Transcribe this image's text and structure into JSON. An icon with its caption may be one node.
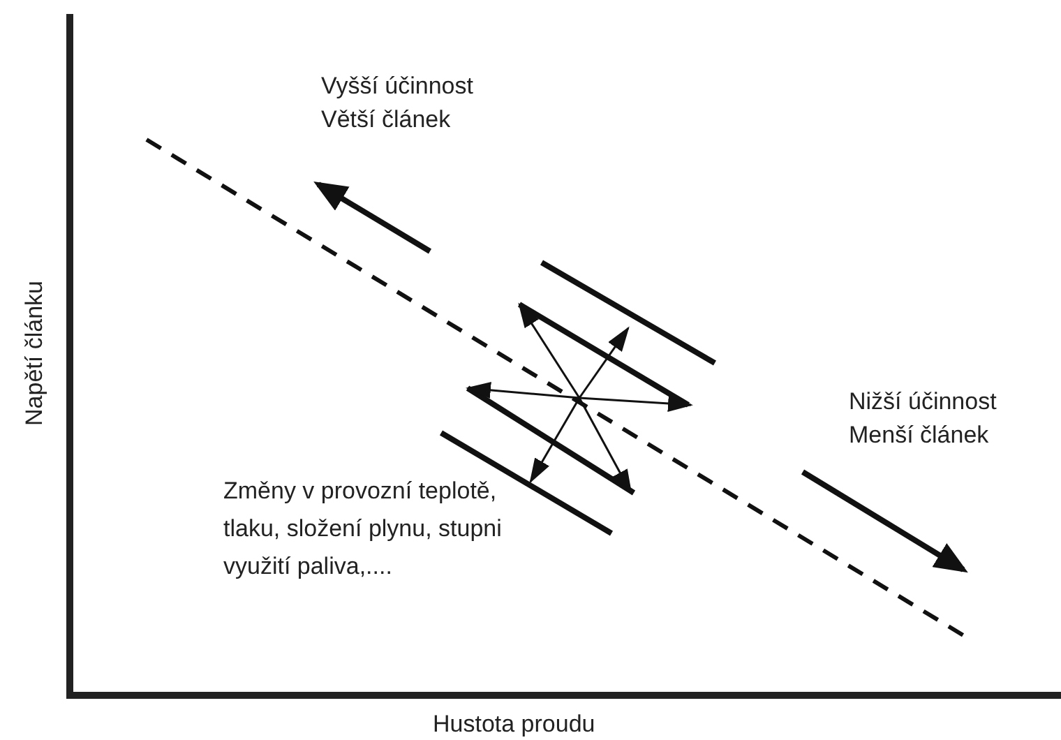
{
  "diagram": {
    "labels": [
      "Vyšší účinnost",
      "Větší článek",
      "Nižší účinnost",
      "Menší článek",
      "Změny v provozní teplotě, tlaku, složení plynu, stupni využití paliva,....",
      "Napětí článku",
      "Hustota proudu"
    ]
  }
}
